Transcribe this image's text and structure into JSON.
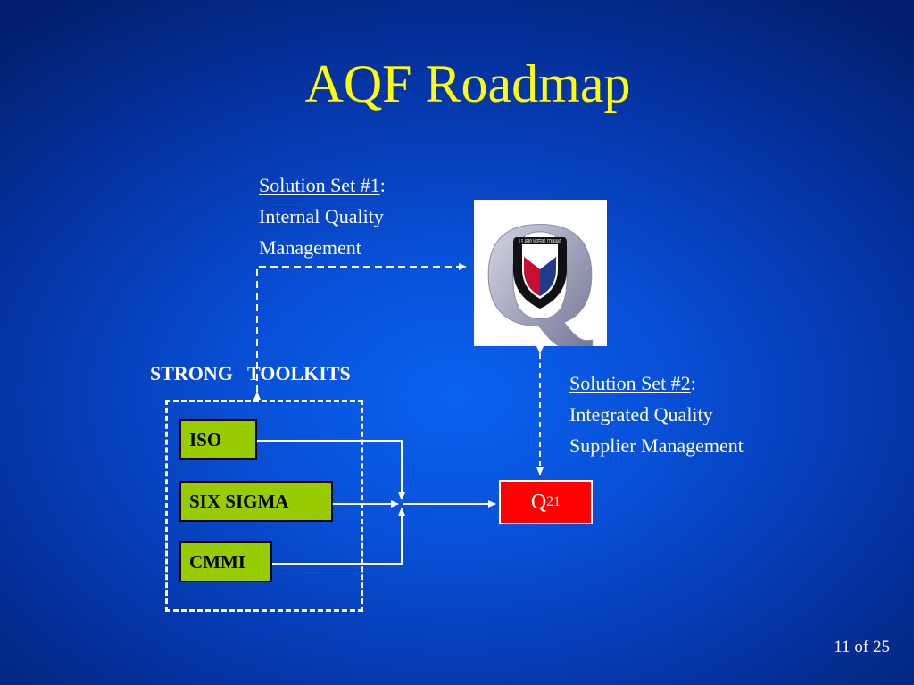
{
  "title": "AQF Roadmap",
  "solution_set_1": {
    "heading": "Solution Set #1",
    "line1": "Internal Quality",
    "line2": "Management"
  },
  "solution_set_2": {
    "heading": "Solution Set #2",
    "line1": "Integrated Quality",
    "line2": "Supplier Management"
  },
  "toolkits": {
    "label": "STRONG   TOOLKITS",
    "items": [
      {
        "label": "ISO"
      },
      {
        "label": "SIX SIGMA"
      },
      {
        "label": "CMMI"
      }
    ]
  },
  "q21": {
    "base": "Q",
    "subscript": "21"
  },
  "logo": {
    "letter": "Q",
    "seal_text": "U.S. ARMY MATERIEL COMMAND"
  },
  "page_number": "11 of 25",
  "colors": {
    "title": "#ffff00",
    "toolkit_fill": "#99cc00",
    "q21_fill": "#ff0000",
    "background": "#0850d8"
  }
}
